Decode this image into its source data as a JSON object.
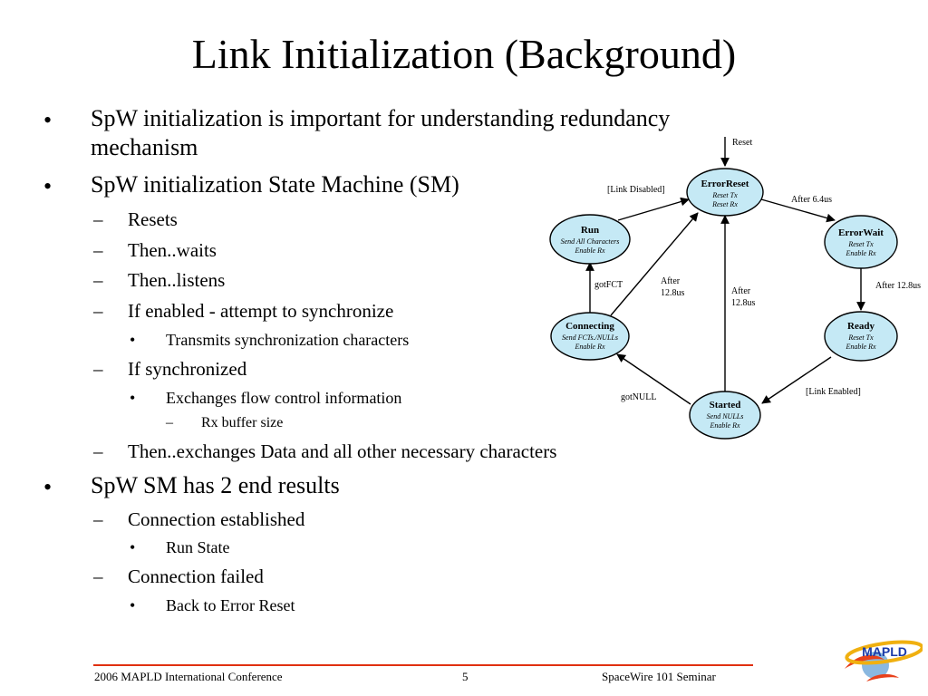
{
  "slide": {
    "title": "Link Initialization (Background)",
    "bullet_glyph": "•",
    "dash_glyph": "–",
    "bullets": [
      {
        "level": 1,
        "text": "SpW initialization is important for understanding redundancy"
      },
      {
        "level": 1,
        "text": "mechanism",
        "continuation": true
      },
      {
        "level": 1,
        "text": "SpW initialization State Machine (SM)"
      },
      {
        "level": 2,
        "text": "Resets"
      },
      {
        "level": 2,
        "text": "Then..waits"
      },
      {
        "level": 2,
        "text": "Then..listens"
      },
      {
        "level": 2,
        "text": "If enabled - attempt to synchronize"
      },
      {
        "level": 3,
        "text": "Transmits synchronization characters"
      },
      {
        "level": 2,
        "text": "If synchronized"
      },
      {
        "level": 3,
        "text": "Exchanges flow control information"
      },
      {
        "level": 4,
        "text": "Rx buffer size"
      },
      {
        "level": 2,
        "text": "Then..exchanges Data and all other necessary characters"
      },
      {
        "level": 1,
        "text": "SpW SM has 2 end results"
      },
      {
        "level": 2,
        "text": "Connection established"
      },
      {
        "level": 3,
        "text": "Run State"
      },
      {
        "level": 2,
        "text": "Connection failed"
      },
      {
        "level": 3,
        "text": "Back to Error Reset"
      }
    ]
  },
  "diagram": {
    "state_fill": "#c5e9f5",
    "state_stroke": "#000000",
    "states": {
      "error_reset": {
        "name": "ErrorReset",
        "line1": "Reset Tx",
        "line2": "Reset Rx"
      },
      "error_wait": {
        "name": "ErrorWait",
        "line1": "Reset Tx",
        "line2": "Enable Rx"
      },
      "ready": {
        "name": "Ready",
        "line1": "Reset Tx",
        "line2": "Enable Rx"
      },
      "started": {
        "name": "Started",
        "line1": "Send NULLs",
        "line2": "Enable Rx"
      },
      "connecting": {
        "name": "Connecting",
        "line1": "Send FCTs./NULLs",
        "line2": "Enable Rx"
      },
      "run": {
        "name": "Run",
        "line1": "Send All Characters",
        "line2": "Enable Rx"
      }
    },
    "transitions": {
      "reset": "Reset",
      "after_6_4us": "After 6.4us",
      "after_12_8us_right": "After 12.8us",
      "link_enabled": "[Link Enabled]",
      "got_null": "gotNULL",
      "got_fct": "gotFCT",
      "link_disabled": "[Link Disabled]",
      "after_connecting": [
        "After",
        "12.8us"
      ],
      "after_started": [
        "After",
        "12.8us"
      ]
    }
  },
  "footer": {
    "left": "2006 MAPLD International Conference",
    "page": "5",
    "right": "SpaceWire 101 Seminar",
    "rule_color": "#e03010"
  },
  "logo": {
    "text": "MAPLD",
    "colors": {
      "ring": "#f0b010",
      "text": "#1a3aa8",
      "flame": "#e8401a",
      "sphere": "#8ab8e0"
    }
  }
}
